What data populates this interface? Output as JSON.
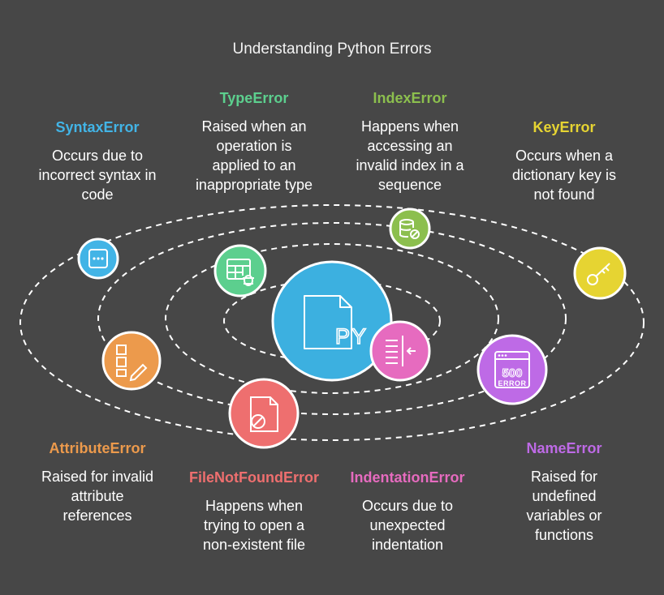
{
  "title": "Understanding Python Errors",
  "center": {
    "label": "PY",
    "color": "#3cb0e0"
  },
  "errors": [
    {
      "id": "syntax",
      "name": "SyntaxError",
      "color": "#42b4e6",
      "icon": "terminal-icon",
      "desc": [
        "Occurs due to",
        "incorrect syntax in",
        "code"
      ]
    },
    {
      "id": "type",
      "name": "TypeError",
      "color": "#5ccf8e",
      "icon": "table-bug-icon",
      "desc": [
        "Raised when an",
        "operation is",
        "applied to an",
        "inappropriate type"
      ]
    },
    {
      "id": "index",
      "name": "IndexError",
      "color": "#8cbf4e",
      "icon": "database-blocked-icon",
      "desc": [
        "Happens when",
        "accessing an",
        "invalid index in a",
        "sequence"
      ]
    },
    {
      "id": "key",
      "name": "KeyError",
      "color": "#e6d432",
      "icon": "key-icon",
      "desc": [
        "Occurs when a",
        "dictionary key is",
        "not found"
      ]
    },
    {
      "id": "attribute",
      "name": "AttributeError",
      "color": "#ec9a4c",
      "icon": "edit-list-icon",
      "desc": [
        "Raised for invalid",
        "attribute",
        "references"
      ]
    },
    {
      "id": "filenotfound",
      "name": "FileNotFoundError",
      "color": "#ee6f6f",
      "icon": "file-blocked-icon",
      "desc": [
        "Happens when",
        "trying to open a",
        "non-existent file"
      ]
    },
    {
      "id": "indentation",
      "name": "IndentationError",
      "color": "#e66bbf",
      "icon": "indent-icon",
      "desc": [
        "Occurs due to",
        "unexpected",
        "indentation"
      ]
    },
    {
      "id": "name",
      "name": "NameError",
      "color": "#be6ae6",
      "icon": "server-error-icon",
      "desc": [
        "Raised for",
        "undefined",
        "variables or",
        "functions"
      ]
    }
  ],
  "name_icon_text": {
    "code": "500",
    "word": "ERROR"
  }
}
